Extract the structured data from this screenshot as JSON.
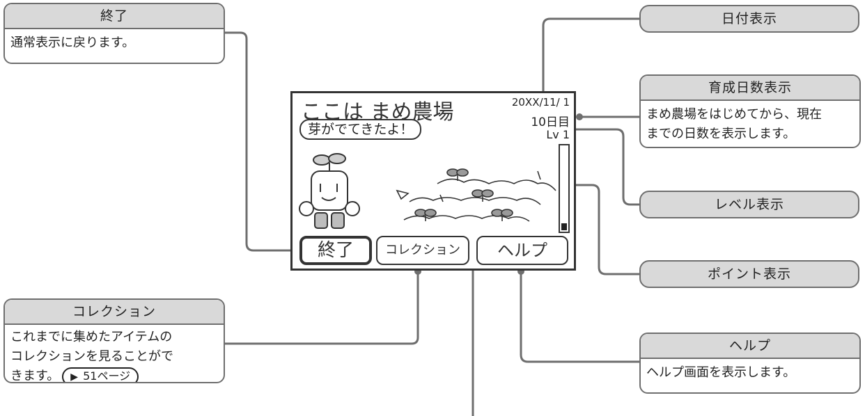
{
  "callouts": {
    "end": {
      "title": "終了",
      "body": "通常表示に戻ります。"
    },
    "collection": {
      "title": "コレクション",
      "body": "これまでに集めたアイテムの\nコレクションを見ることがで\nきます。",
      "page_ref": "51ページ"
    },
    "date": {
      "title": "日付表示"
    },
    "days": {
      "title": "育成日数表示",
      "body": "まめ農場をはじめてから、現在\nまでの日数を表示します。"
    },
    "level": {
      "title": "レベル表示"
    },
    "points": {
      "title": "ポイント表示"
    },
    "help": {
      "title": "ヘルプ",
      "body": "ヘルプ画面を表示します。"
    }
  },
  "screen": {
    "title": "ここは まめ農場",
    "bubble": "芽がでてきたよ！",
    "date": "20XX/11/ 1",
    "days": "10日目",
    "level": "Lv 1",
    "points_level": 0.08,
    "buttons": {
      "end": "終了",
      "collection": "コレクション",
      "help": "ヘルプ"
    }
  }
}
